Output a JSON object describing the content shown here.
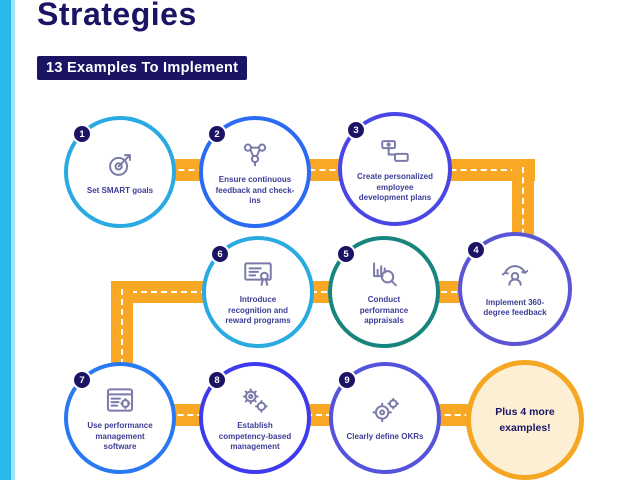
{
  "header": {
    "title": "Strategies",
    "subtitle_badge": "13 Examples To Implement"
  },
  "steps": [
    {
      "num": "1",
      "label": "Set SMART goals",
      "color": "#29abe2",
      "icon": "smart-goals-target-icon"
    },
    {
      "num": "2",
      "label": "Ensure continuous feedback and check-ins",
      "color": "#2b6bf3",
      "icon": "feedback-network-icon"
    },
    {
      "num": "3",
      "label": "Create personalized employee development plans",
      "color": "#4946e5",
      "icon": "development-plan-icon"
    },
    {
      "num": "4",
      "label": "Implement 360-degree feedback",
      "color": "#5b55d6",
      "icon": "360-degree-feedback-icon"
    },
    {
      "num": "5",
      "label": "Conduct performance appraisals",
      "color": "#17857e",
      "icon": "appraisal-chart-magnifier-icon"
    },
    {
      "num": "6",
      "label": "Introduce recognition and reward programs",
      "color": "#29abe2",
      "icon": "award-certificate-icon"
    },
    {
      "num": "7",
      "label": "Use performance management software",
      "color": "#2979f2",
      "icon": "software-window-gear-icon"
    },
    {
      "num": "8",
      "label": "Establish competency-based management",
      "color": "#3e3bef",
      "icon": "gears-icon"
    },
    {
      "num": "9",
      "label": "Clearly define OKRs",
      "color": "#5553db",
      "icon": "okr-gear-target-icon"
    }
  ],
  "extra_circle": {
    "label": "Plus 4 more examples!",
    "border_color": "#f5a623",
    "fill_color": "#fcefd4"
  },
  "colors": {
    "navy": "#1b1464",
    "path_orange": "#f9a825",
    "left_bar_cyan": "#29b8ea",
    "step_text": "#3d3d96",
    "background": "#ffffff"
  }
}
